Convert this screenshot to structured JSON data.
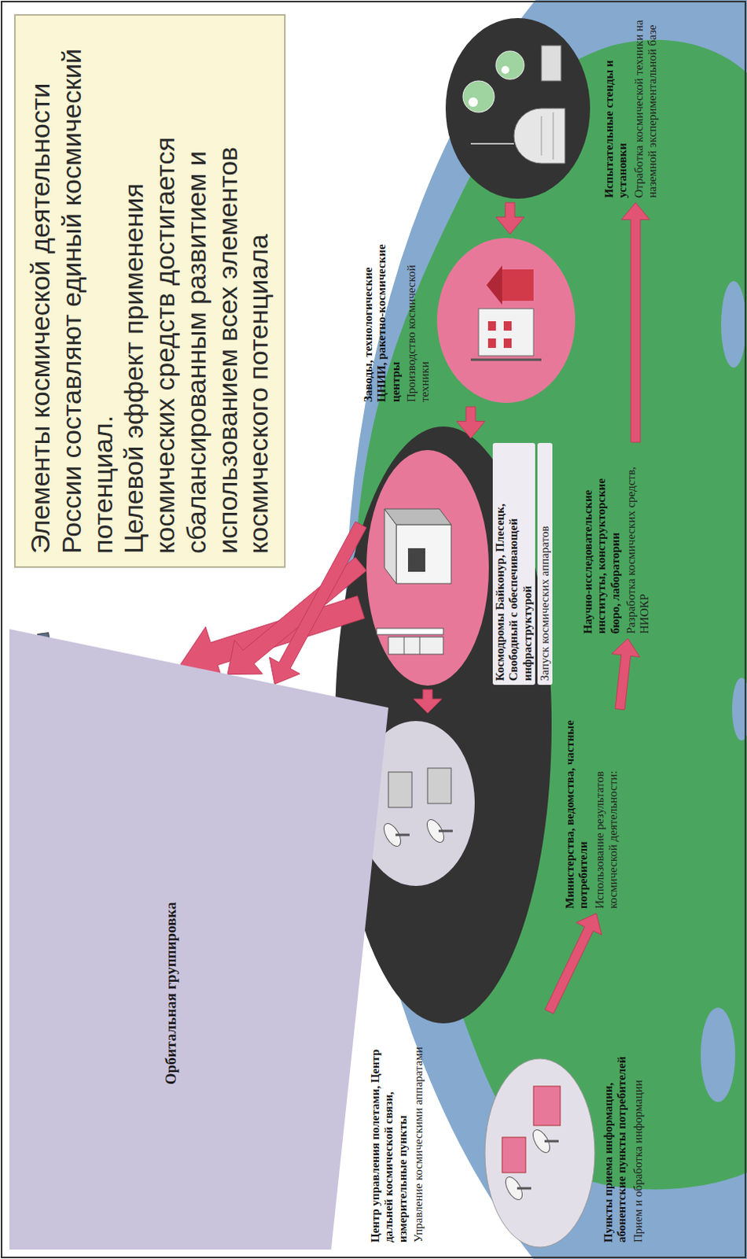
{
  "diagram": {
    "nodes": [
      {
        "text": [
          "Элементы космической деятельности России составляют единый космический потенциал.",
          "Целевой эффект применения космических средств достигается сбалансированным развитием и использованием всех элементов космического потенциала"
        ]
      },
      {
        "text": [
          "Орбитальная группировка"
        ]
      },
      {
        "text": [
          "Испытательные стенды и установки",
          "Отработка космической техники на наземной экспериментальной базе"
        ]
      },
      {
        "text": [
          "Заводы, технологические ЦНИИ, ракетно-космические центры",
          "Производство космической техники"
        ]
      },
      {
        "text": [
          "Космодромы Байконур, Плесецк, Свободный с обеспечивающей инфраструктурой",
          "Запуск космических аппаратов"
        ]
      },
      {
        "text": [
          "Центр управления полетами, Центр дальней космической связи, измерительные пункты",
          "Управление космическими аппаратами"
        ]
      },
      {
        "text": [
          "Пункты приема информации, абонентские пункты потребителей",
          "Прием и обработка информации"
        ]
      },
      {
        "text": [
          "Министерства, ведомства, частные потребители",
          "Использование результатов космической деятельности:"
        ]
      },
      {
        "text": [
          "Научно-исследовательские институты, конструкторские бюро, лаборатории",
          "Разработка космических средств, НИОКР"
        ]
      }
    ],
    "edges": [
      {
        "from": 2,
        "to": 3,
        "arrow": "to"
      },
      {
        "from": 3,
        "to": 4,
        "arrow": "to"
      },
      {
        "from": 4,
        "to": 1,
        "arrow": "to"
      },
      {
        "from": 4,
        "to": 1,
        "arrow": "to"
      },
      {
        "from": 4,
        "to": 1,
        "arrow": "to"
      },
      {
        "from": 4,
        "to": 5,
        "arrow": "to"
      },
      {
        "from": 6,
        "to": 7,
        "arrow": "to"
      },
      {
        "from": 7,
        "to": 8,
        "arrow": "to"
      },
      {
        "from": 8,
        "to": 2,
        "arrow": "to"
      }
    ]
  }
}
